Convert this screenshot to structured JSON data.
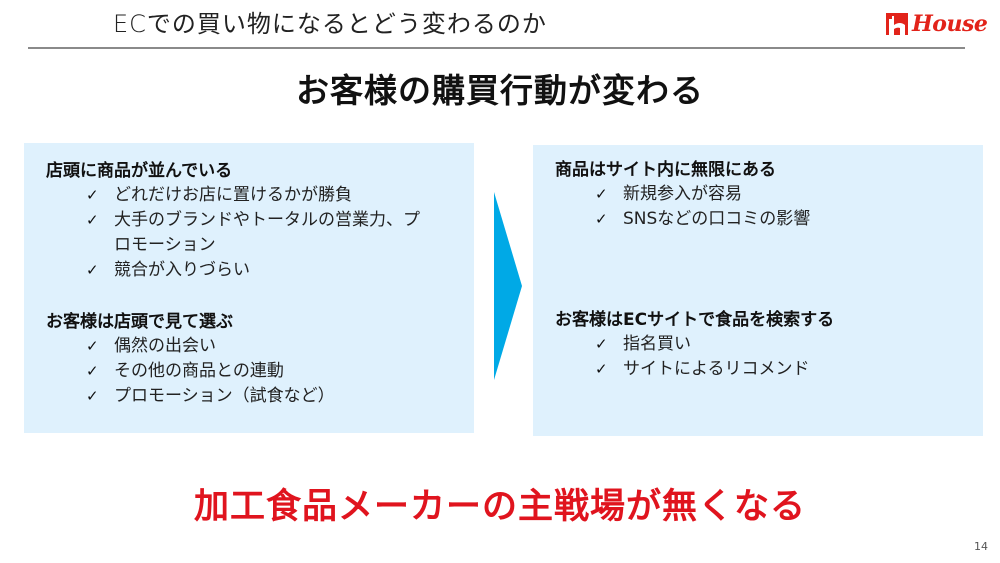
{
  "header": {
    "title": "ECでの買い物になるとどう変わるのか",
    "logo": {
      "text": "House",
      "icon": "house-logo-icon",
      "color": "#e2231a"
    }
  },
  "headline": "お客様の購買行動が変わる",
  "left_panel": {
    "background": "#dff1fd",
    "sections": [
      {
        "heading": "店頭に商品が並んでいる",
        "items": [
          "どれだけお店に置けるかが勝負",
          "大手のブランドやトータルの営業力、プロモーション",
          "競合が入りづらい"
        ]
      },
      {
        "heading": "お客様は店頭で見て選ぶ",
        "items": [
          "偶然の出会い",
          "その他の商品との連動",
          "プロモーション（試食など）"
        ]
      }
    ]
  },
  "arrow": {
    "icon": "chevron-right-arrow-icon",
    "color": "#00a9e6"
  },
  "right_panel": {
    "background": "#dff1fd",
    "sections": [
      {
        "heading": "商品はサイト内に無限にある",
        "items": [
          "新規参入が容易",
          "SNSなどの口コミの影響"
        ]
      },
      {
        "heading": "お客様はECサイトで食品を検索する",
        "items": [
          "指名買い",
          "サイトによるリコメンド"
        ]
      }
    ]
  },
  "bullet_glyph": "✓",
  "conclusion": {
    "text": "加工食品メーカーの主戦場が無くなる",
    "color": "#e0141e"
  },
  "page_number": "14"
}
